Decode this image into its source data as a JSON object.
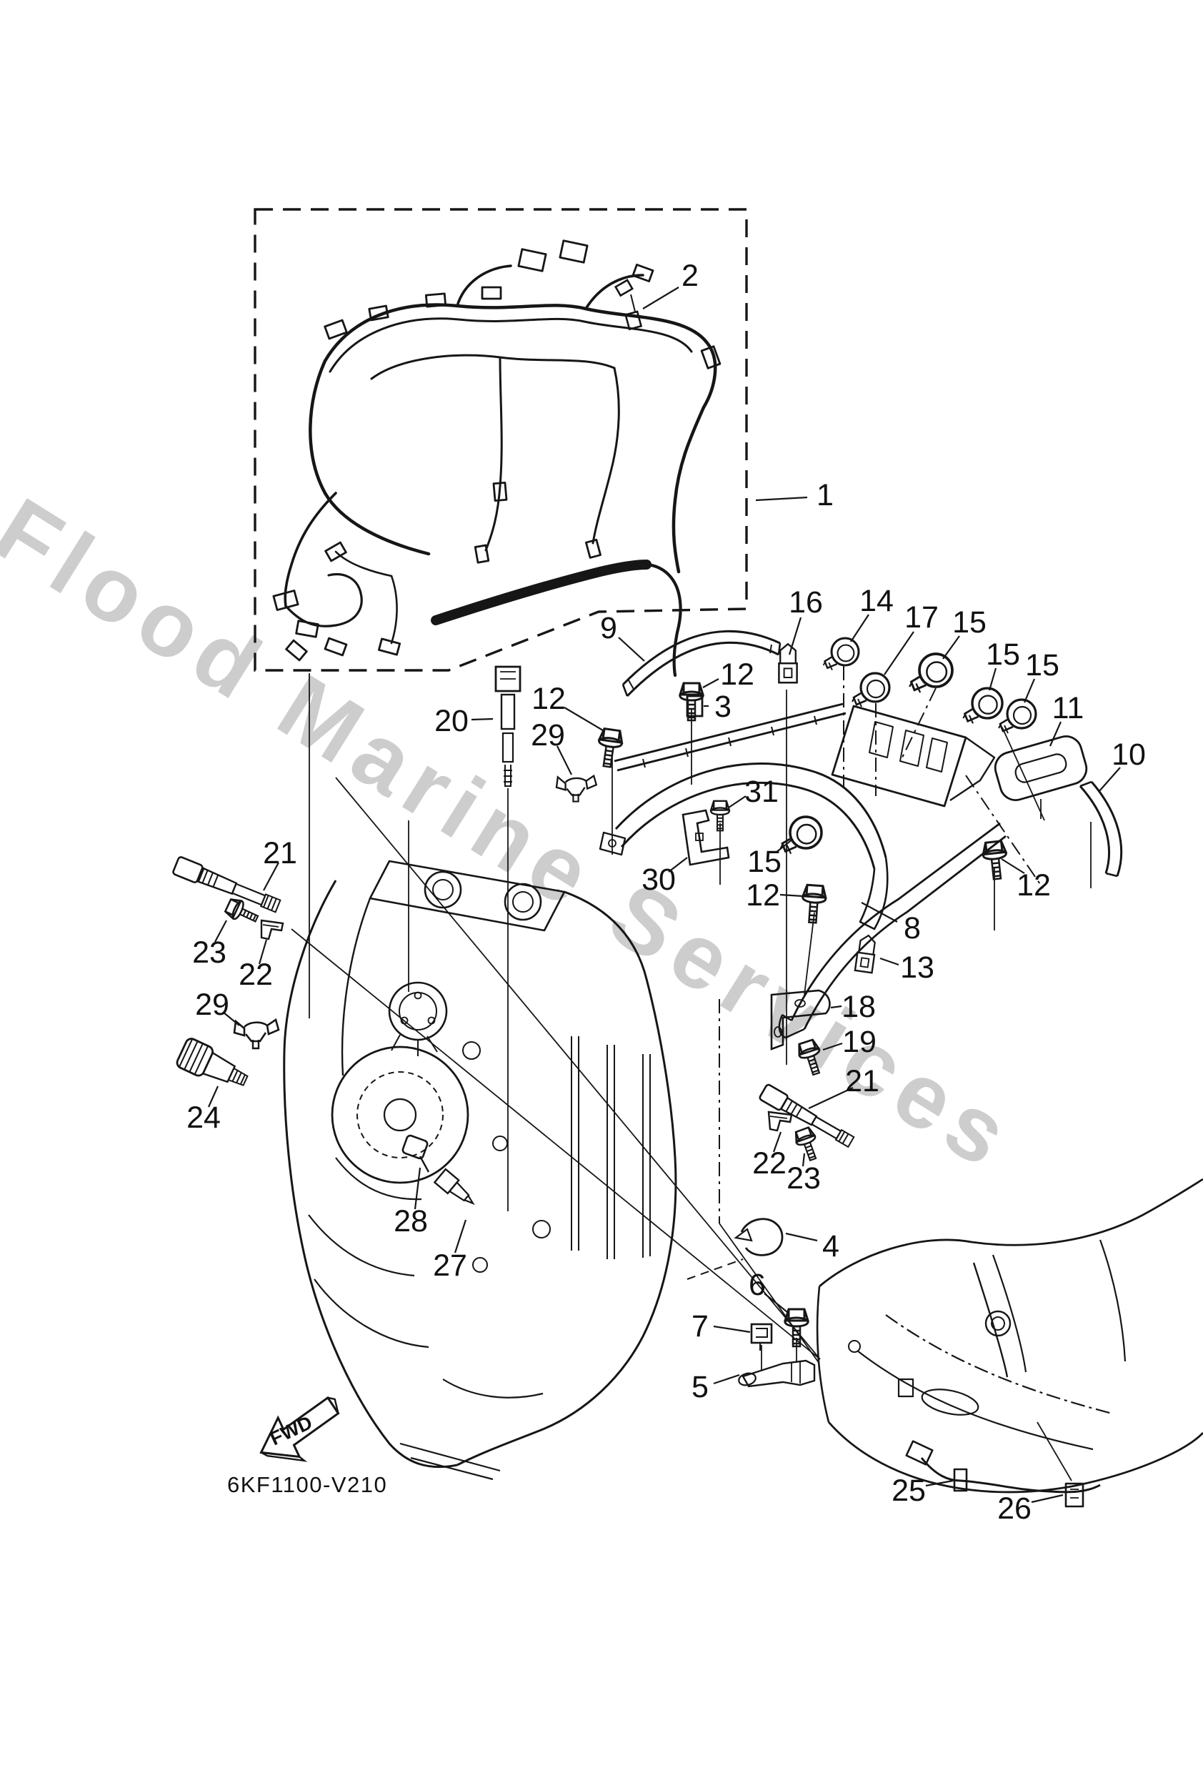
{
  "diagram": {
    "type": "exploded-parts-diagram",
    "subject": "outboard motor electrical parts",
    "code": "6KF1100-V210",
    "fwd_label": "FWD",
    "watermark": {
      "text": "Flood Marine Services",
      "color": "#cdcdcd"
    },
    "colors": {
      "line": "#161616",
      "background": "#ffffff"
    },
    "callouts": [
      {
        "label": "1"
      },
      {
        "label": "2"
      },
      {
        "label": "3"
      },
      {
        "label": "9"
      },
      {
        "label": "16"
      },
      {
        "label": "14"
      },
      {
        "label": "17"
      },
      {
        "label": "15"
      },
      {
        "label": "15"
      },
      {
        "label": "15"
      },
      {
        "label": "11"
      },
      {
        "label": "10"
      },
      {
        "label": "12"
      },
      {
        "label": "20"
      },
      {
        "label": "12"
      },
      {
        "label": "29"
      },
      {
        "label": "31"
      },
      {
        "label": "30"
      },
      {
        "label": "15"
      },
      {
        "label": "12"
      },
      {
        "label": "12"
      },
      {
        "label": "8"
      },
      {
        "label": "13"
      },
      {
        "label": "18"
      },
      {
        "label": "19"
      },
      {
        "label": "21"
      },
      {
        "label": "22"
      },
      {
        "label": "23"
      },
      {
        "label": "21"
      },
      {
        "label": "23"
      },
      {
        "label": "22"
      },
      {
        "label": "29"
      },
      {
        "label": "24"
      },
      {
        "label": "28"
      },
      {
        "label": "27"
      },
      {
        "label": "4"
      },
      {
        "label": "6"
      },
      {
        "label": "7"
      },
      {
        "label": "5"
      },
      {
        "label": "25"
      },
      {
        "label": "26"
      }
    ]
  }
}
